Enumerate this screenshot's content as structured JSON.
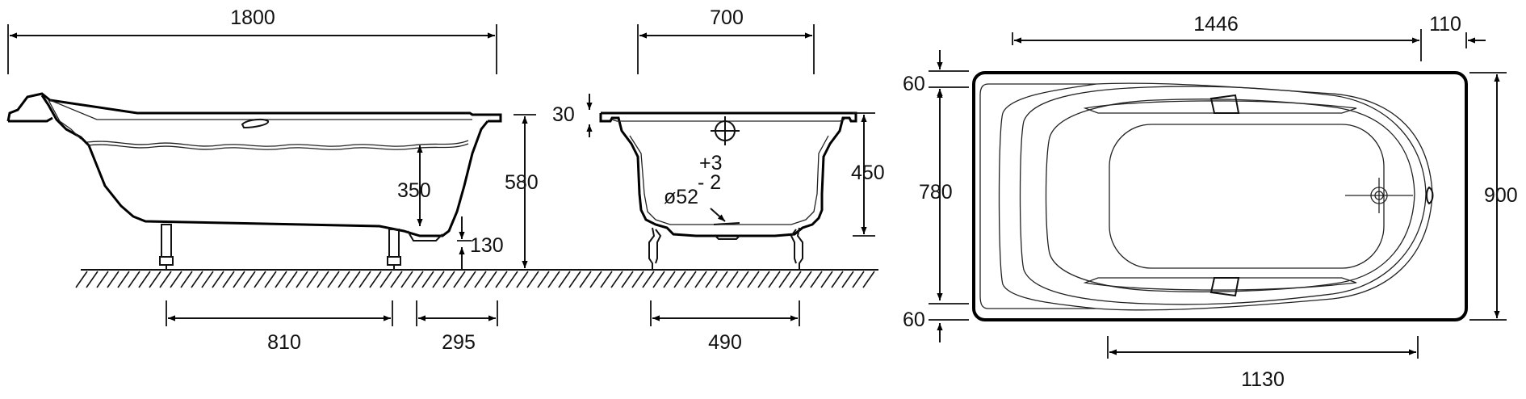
{
  "side_view": {
    "length": "1800",
    "height": "580",
    "depth": "350",
    "drain_height": "130",
    "leg_spacing": "810",
    "leg_to_end": "295"
  },
  "end_view": {
    "width": "700",
    "rim": "30",
    "height": "450",
    "tolerance_plus": "+3",
    "tolerance_minus": "- 2",
    "drain_diameter": "ø52",
    "leg_spacing": "490"
  },
  "top_view": {
    "inner_length": "1446",
    "offset": "110",
    "top_margin": "60",
    "inner_width": "780",
    "bottom_margin": "60",
    "width": "900",
    "bottom_length": "1130"
  }
}
